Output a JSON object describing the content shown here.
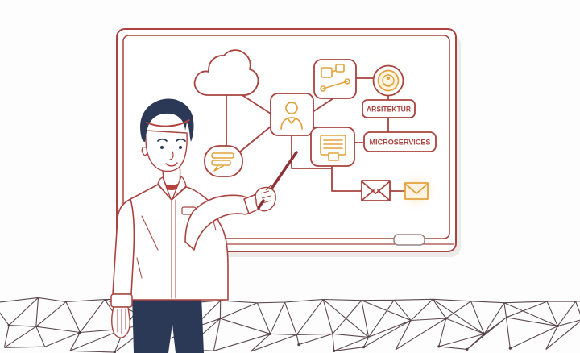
{
  "illustration": {
    "whiteboard": {
      "labels": {
        "arsitektur": "ARSITEKTUR",
        "microservices": "MICROSERVICES"
      },
      "icons": [
        "cloud-icon",
        "chat-bubble-icon",
        "user-icon",
        "workflow-icon",
        "avatar-badge-icon",
        "document-server-icon",
        "envelope-outline-icon",
        "envelope-highlighted-icon",
        "marker-eraser"
      ]
    },
    "presenter": "man-pointing-with-stick",
    "floor": "triangulated-mesh-band",
    "colors": {
      "outline_red": "#a8433f",
      "accent_orange": "#e2a23b",
      "navy": "#2c3956",
      "scarf_red": "#b5413f",
      "stick_maroon": "#8d3438",
      "mesh_line": "#4a343c",
      "glow": "#f2c36b",
      "background": "#fdfdfd"
    }
  }
}
